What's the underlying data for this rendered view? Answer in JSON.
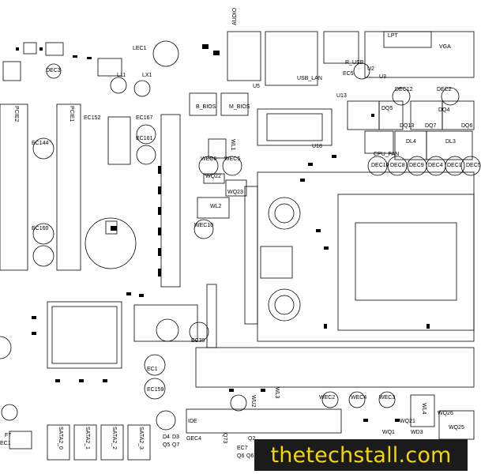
{
  "watermark": {
    "text": "thetechstall.com",
    "bg": "#1b1b1b",
    "color": "#f5d800"
  },
  "labels": {
    "lpt": "LPT",
    "vga": "VGA",
    "audio": "AUDIO",
    "usb_lan": "USB_LAN",
    "r_usb": "R_USB",
    "u5": "U5",
    "u2": "U2",
    "u3": "U3",
    "u13": "U13",
    "ec5": "EC5",
    "dec12": "DEC12",
    "dec2": "DEC2",
    "dq5": "DQ5",
    "dq4": "DQ4",
    "dq13": "DQ13",
    "dq7": "DQ7",
    "dq6": "DQ6",
    "dl4": "DL4",
    "dl3": "DL3",
    "cpu_fan": "CPU_FAN",
    "dec10": "DEC10",
    "dec8": "DEC8",
    "dec9": "DEC9",
    "dec4": "DEC4",
    "dec1": "DEC1",
    "dec5": "DEC5",
    "u18": "U18",
    "b_bios": "B_BIOS",
    "m_bios": "M_BIOS",
    "pcie2": "PCIE2",
    "pcie1": "PCIE1",
    "ec152": "EC152",
    "ec167": "EC167",
    "ec161": "EC161",
    "ec144": "EC144",
    "ec160": "EC160",
    "lec1": "LEC1",
    "l11": "L11",
    "lx1": "LX1",
    "dec3": "DEC3",
    "wec6": "WEC6",
    "wec5": "WEC5",
    "wq22": "WQ22",
    "wq23": "WQ23",
    "wl1": "WL1",
    "wl2": "WL2",
    "wec10": "WEC10",
    "ec39": "EC39",
    "ec1": "EC1",
    "ec159": "EC159",
    "ide": "IDE",
    "wl3": "WL3",
    "wu2": "WU2",
    "wec2": "WEC2",
    "wec4": "WEC4",
    "wec3": "WEC3",
    "wl4": "WL4",
    "wq26": "WQ26",
    "wq25": "WQ25",
    "wd3": "WD3",
    "wq1": "WQ1",
    "wq21": "WQ21",
    "sata2_0": "SATA2_0",
    "sata2_1": "SATA2_1",
    "sata2_2": "SATA2_2",
    "sata2_3": "SATA2_3",
    "f7": "F7",
    "ec1b": "EC1",
    "d4": "D4",
    "d3": "D3",
    "q5": "Q5",
    "q7": "Q7",
    "gec4": "GEC4",
    "q73": "Q73",
    "q2": "Q2",
    "ec7": "EC7",
    "q6": "Q6",
    "q6b": "Q6"
  }
}
